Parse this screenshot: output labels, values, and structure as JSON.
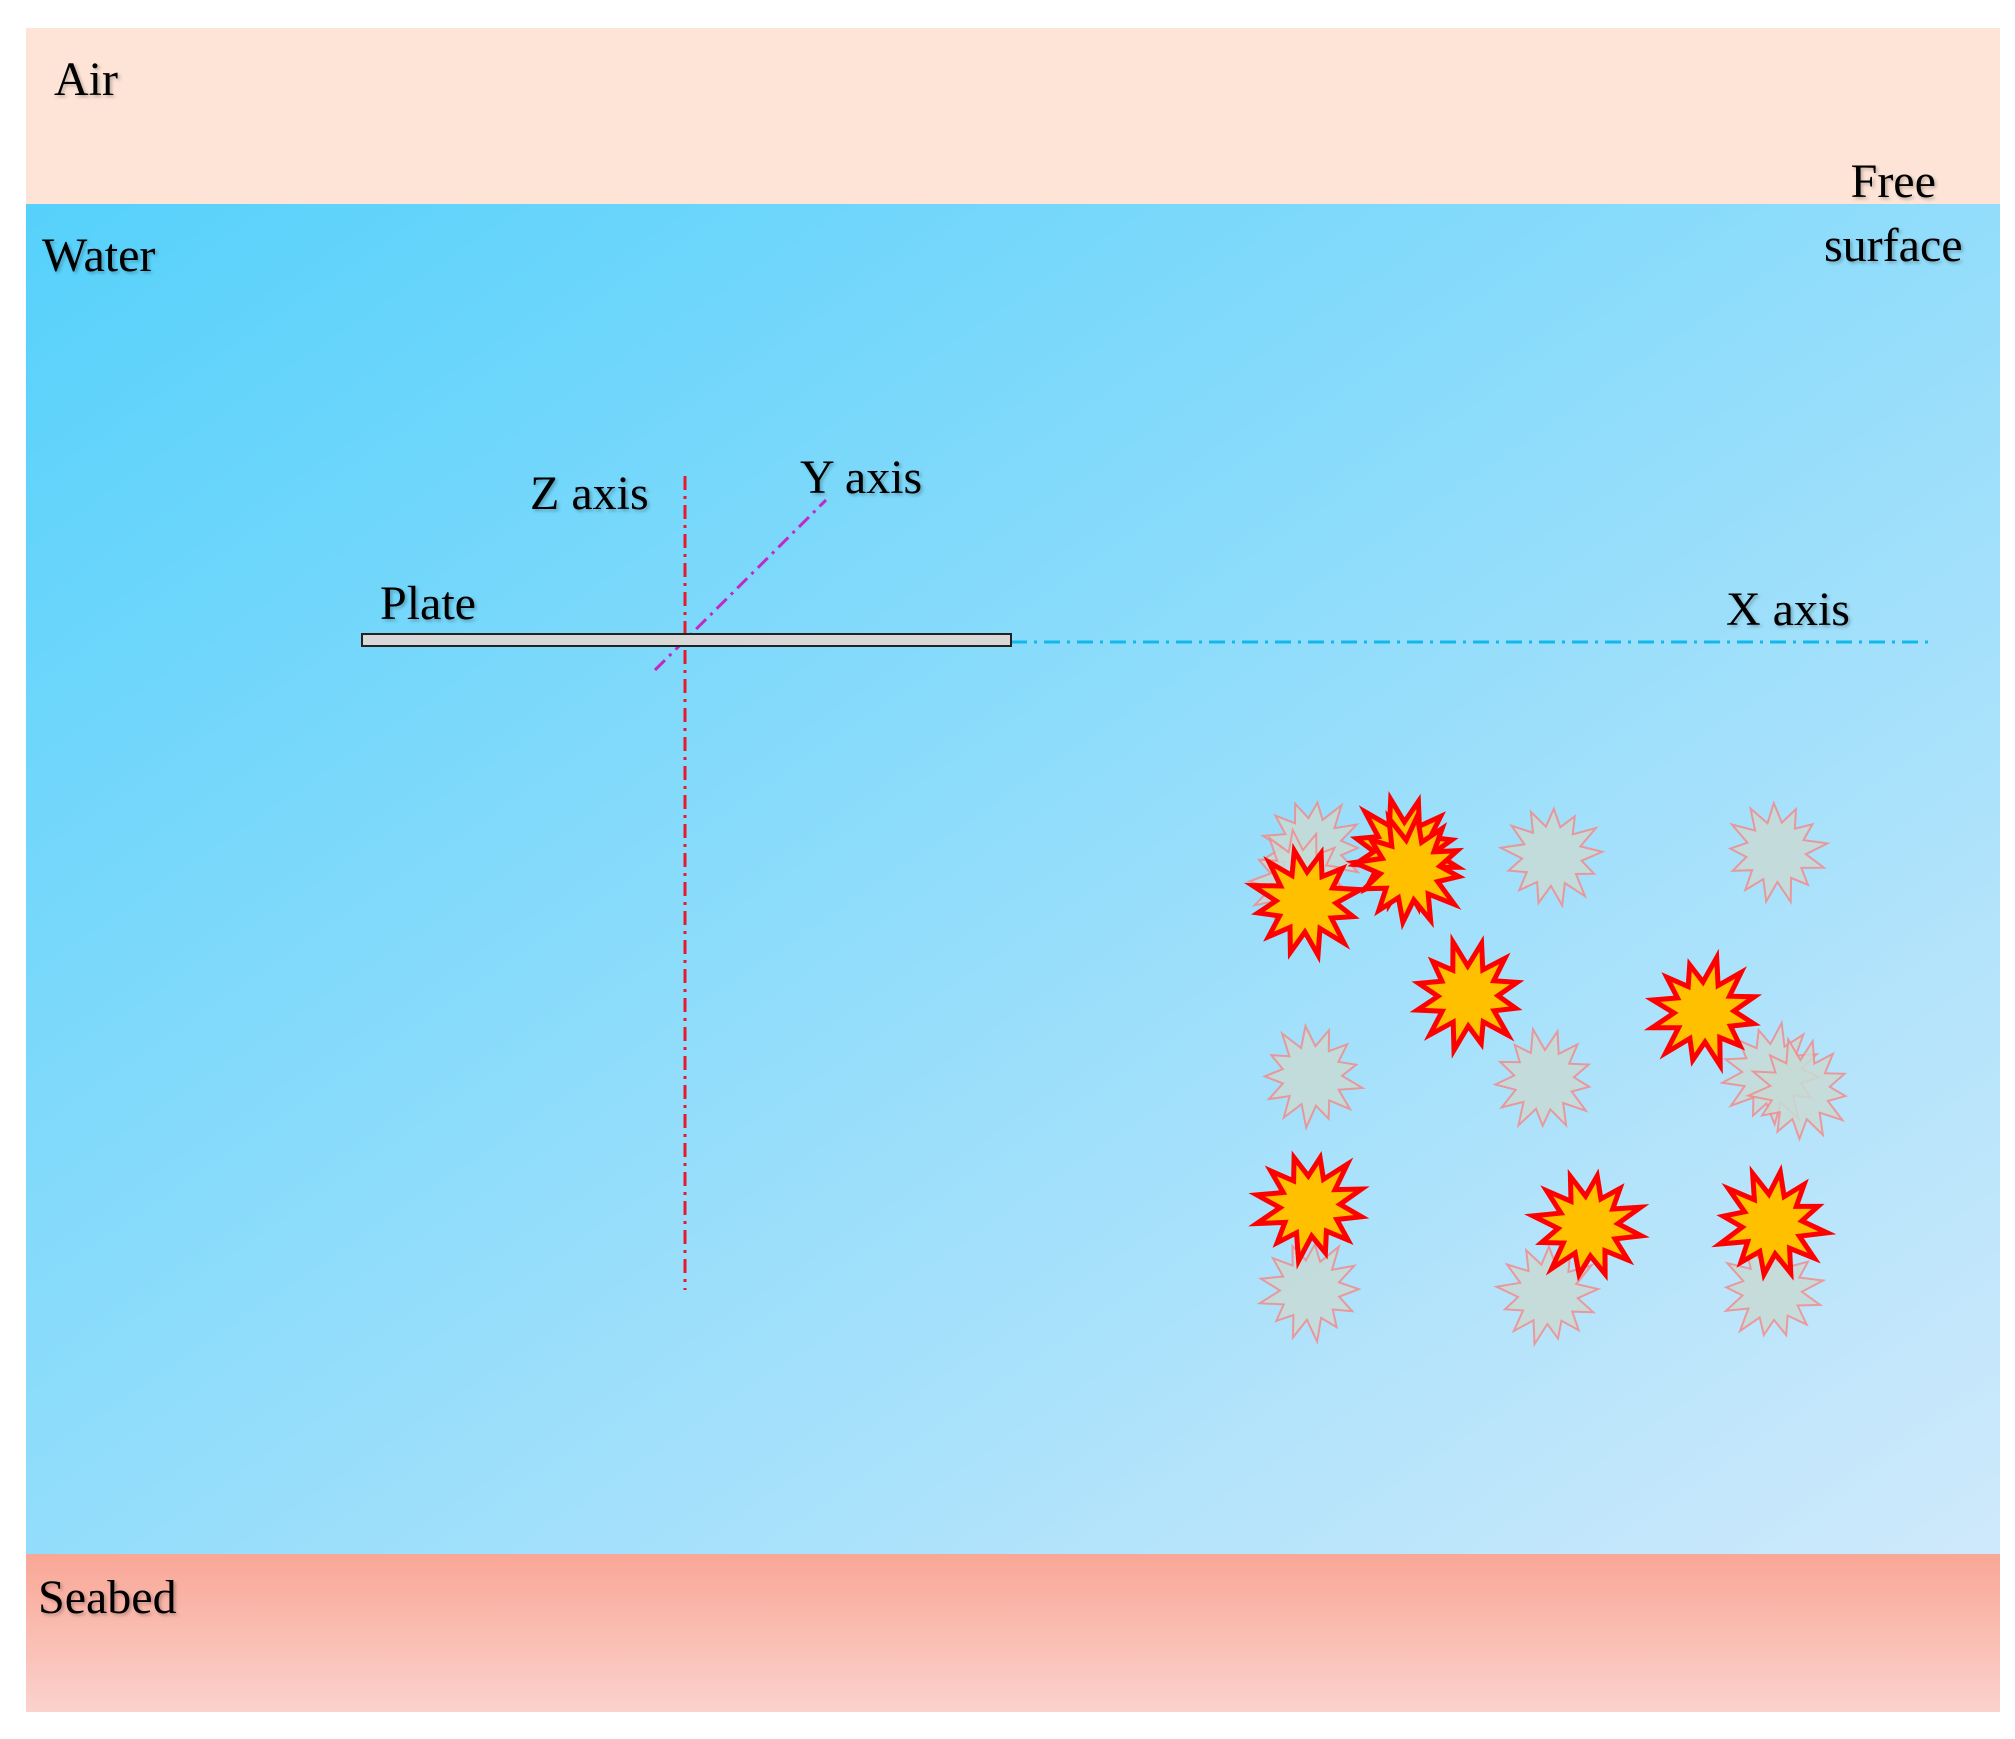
{
  "labels": {
    "air": "Air",
    "free_surface_line1": "Free",
    "free_surface_line2": "surface",
    "water": "Water",
    "z_axis": "Z axis",
    "y_axis": "Y axis",
    "plate": "Plate",
    "x_axis": "X axis",
    "seabed": "Seabed"
  },
  "colors": {
    "air": "#fde4d6",
    "water_top": "#56d1fb",
    "water_bottom": "#cfe9fb",
    "seabed_top": "#f9a796",
    "seabed_bottom": "#fbd2cd",
    "z_axis": "#e8192c",
    "y_axis": "#c427c8",
    "x_axis": "#12b8ea",
    "plate_fill": "#d8d8d8",
    "explosion_fill": "#ffc000",
    "explosion_stroke": "#ff0000",
    "ghost_fill": "#c8dbd6",
    "ghost_stroke": "#f28c8c"
  },
  "explosion_count": 8,
  "ghost_explosion_count": 11
}
